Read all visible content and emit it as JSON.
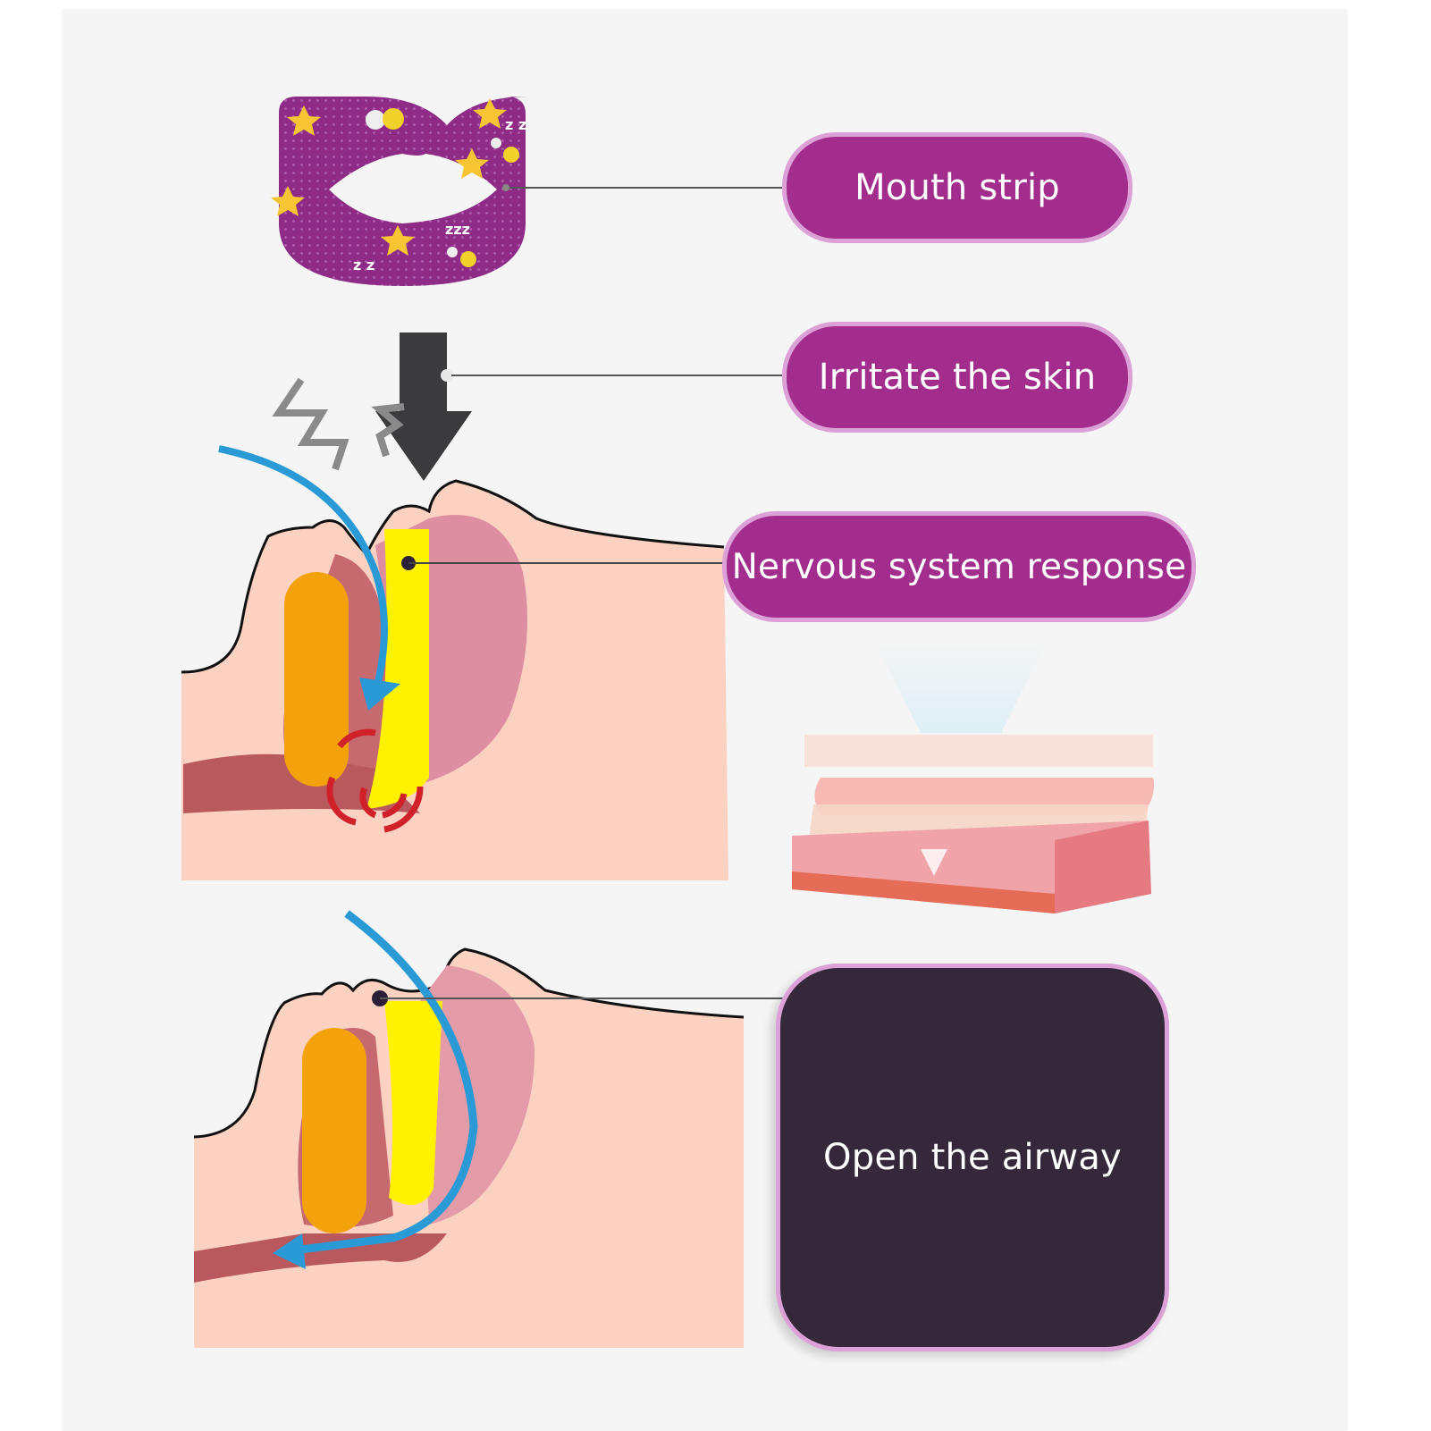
{
  "title": "How the mouth strip works",
  "steps": [
    {
      "id": "mouth-strip",
      "label": "Mouth strip"
    },
    {
      "id": "irritate-skin",
      "label": "Irritate the skin"
    },
    {
      "id": "nervous-response",
      "label": "Nervous system response"
    },
    {
      "id": "open-airway",
      "label": "Open the airway"
    }
  ],
  "illustrations": {
    "strip": "purple mouth strip with stars and zzz pattern",
    "arrow": "downward arrow",
    "head_before": "side-view of sleeping head with obstructed airway and vibration waves",
    "skin_layers": "skin layers cross-section",
    "head_after": "side-view of sleeping head with open airway"
  },
  "colors": {
    "label_fill": "#a32d8d",
    "label_border": "#dca2d8",
    "final_fill": "#35283a",
    "airflow": "#2a9ad6",
    "skin": "#fbd1c2",
    "tongue": "#f3a20c",
    "palate": "#fff200",
    "vibration": "#d0202a",
    "arrow": "#3b3b3d"
  }
}
